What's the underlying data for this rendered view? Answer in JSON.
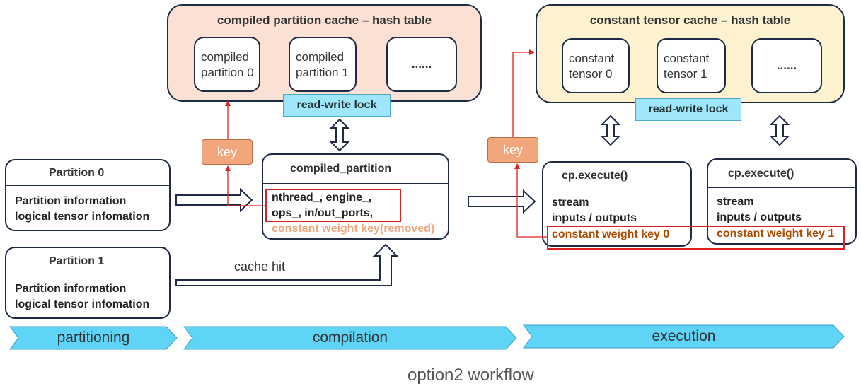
{
  "compiled_cache": {
    "title": "compiled partition cache – hash table",
    "items": [
      "compiled\npartition 0",
      "compiled\npartition 1",
      "......"
    ],
    "lock": "read-write lock",
    "bg": "#fbe0d4"
  },
  "constant_cache": {
    "title": "constant tensor cache – hash table",
    "items": [
      "constant\ntensor 0",
      "constant\ntensor 1",
      "......"
    ],
    "lock": "read-write lock",
    "bg": "#fcf2cf"
  },
  "key_label": "key",
  "partitions": [
    {
      "title": "Partition 0",
      "lines": [
        "Partition information",
        "logical tensor infomation"
      ]
    },
    {
      "title": "Partition 1",
      "lines": [
        "Partition information",
        "logical tensor infomation"
      ]
    }
  ],
  "compiled_partition": {
    "title": "compiled_partition",
    "lines": [
      "nthread_, engine_,",
      "ops_, in/out_ports,"
    ],
    "removed": "constant weight key(removed)"
  },
  "cache_hit": "cache hit",
  "executes": [
    {
      "title": "cp.execute()",
      "lines": [
        "stream",
        "inputs / outputs"
      ],
      "key": "constant weight key 0"
    },
    {
      "title": "cp.execute()",
      "lines": [
        "stream",
        "inputs / outputs"
      ],
      "key": "constant weight key 1"
    }
  ],
  "phases": [
    "partitioning",
    "compilation",
    "execution"
  ],
  "caption": "option2 workflow",
  "colors": {
    "phase": "#5fd4f6",
    "lock": "#9fe6fb",
    "key": "#f2a67b",
    "red": "#e02020"
  }
}
